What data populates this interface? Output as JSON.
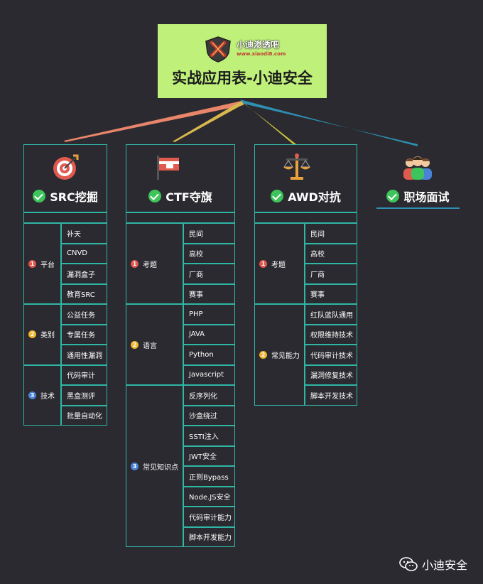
{
  "brand": {
    "name": "小迪渗透吧",
    "url": "www.xiaodi8.com"
  },
  "title": "实战应用表-小迪安全",
  "footer": "小迪安全",
  "colors": {
    "title_bg": "#bff07a",
    "border": "#2fb7a5",
    "background": "#2a2a30"
  },
  "columns": [
    {
      "name": "SRC挖掘",
      "icon": "target-icon",
      "groups": [
        {
          "num": "1",
          "label": "平台",
          "items": [
            "补天",
            "CNVD",
            "漏洞盒子",
            "教育SRC"
          ]
        },
        {
          "num": "2",
          "label": "类别",
          "items": [
            "公益任务",
            "专属任务",
            "通用性漏洞"
          ]
        },
        {
          "num": "3",
          "label": "技术",
          "items": [
            "代码审计",
            "黑盒测评",
            "批量自动化"
          ]
        }
      ]
    },
    {
      "name": "CTF夺旗",
      "icon": "flag-icon",
      "groups": [
        {
          "num": "1",
          "label": "考题",
          "items": [
            "民间",
            "高校",
            "厂商",
            "赛事"
          ]
        },
        {
          "num": "2",
          "label": "语言",
          "items": [
            "PHP",
            "JAVA",
            "Python",
            "Javascript"
          ]
        },
        {
          "num": "3",
          "label": "常见知识点",
          "items": [
            "反序列化",
            "沙盒绕过",
            "SSTI注入",
            "JWT安全",
            "正则Bypass",
            "Node.JS安全",
            "代码审计能力",
            "脚本开发能力"
          ]
        }
      ]
    },
    {
      "name": "AWD对抗",
      "icon": "scales-icon",
      "groups": [
        {
          "num": "1",
          "label": "考题",
          "items": [
            "民间",
            "高校",
            "厂商",
            "赛事"
          ]
        },
        {
          "num": "2",
          "label": "常见能力",
          "items": [
            "红队蓝队通用",
            "权限维持技术",
            "代码审计技术",
            "漏洞修复技术",
            "脚本开发技术"
          ]
        }
      ]
    },
    {
      "name": "职场面试",
      "icon": "people-icon",
      "groups": []
    }
  ]
}
